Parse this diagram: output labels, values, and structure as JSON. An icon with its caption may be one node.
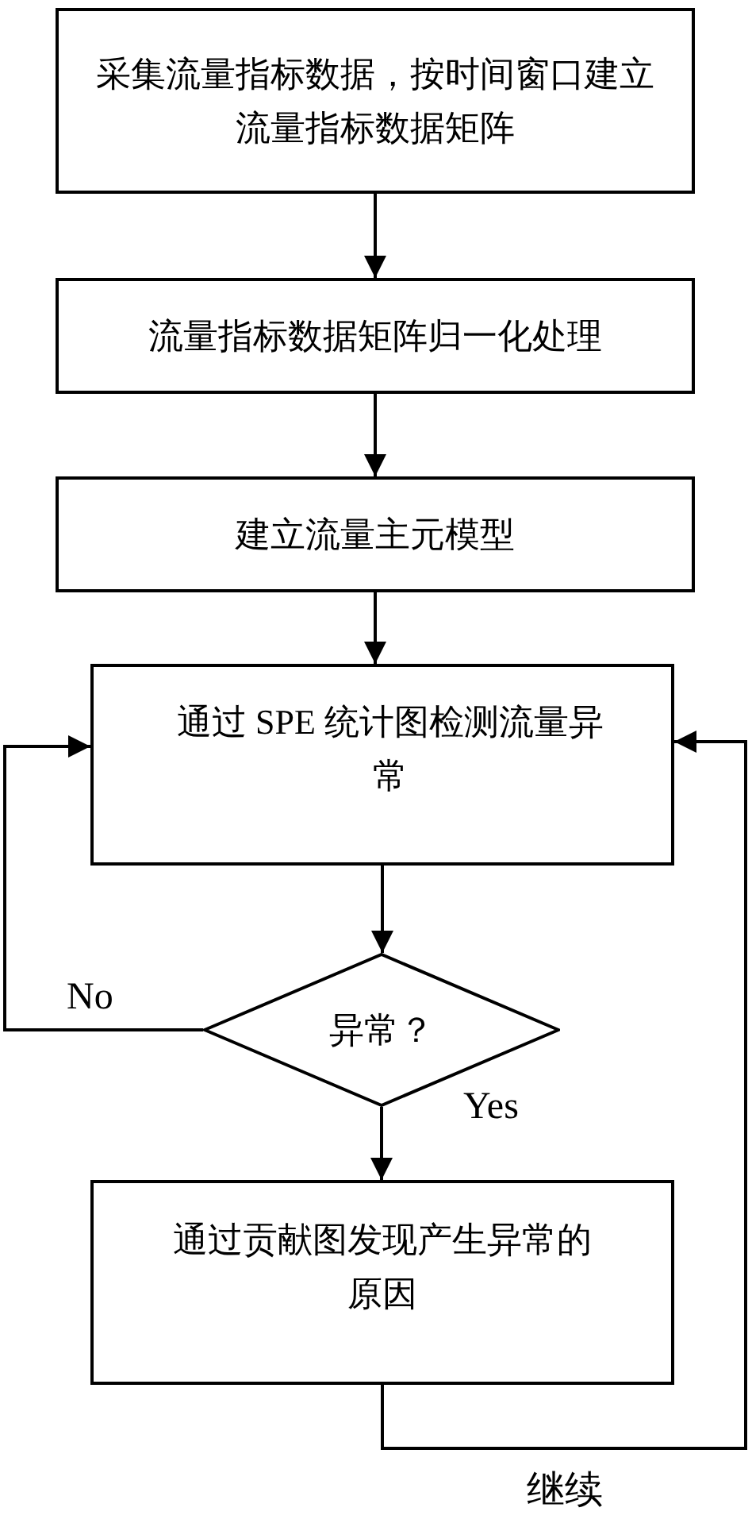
{
  "diagram": {
    "nodes": [
      {
        "text": [
          "采集流量指标数据，按时间窗口建立流量指标数据矩阵"
        ]
      },
      {
        "text": [
          "流量指标数据矩阵归一化处理"
        ]
      },
      {
        "text": [
          "建立流量主元模型"
        ]
      },
      {
        "text": [
          "通过 SPE 统计图检测流量异常"
        ]
      },
      {
        "text": [
          "异常？"
        ]
      },
      {
        "text": [
          "通过贡献图发现产生异常的原因"
        ]
      }
    ],
    "edges": [
      {
        "from": 0,
        "to": 1,
        "arrow": "to"
      },
      {
        "from": 1,
        "to": 2,
        "arrow": "to"
      },
      {
        "from": 2,
        "to": 3,
        "arrow": "to"
      },
      {
        "from": 3,
        "to": 4,
        "arrow": "to"
      },
      {
        "from": 4,
        "to": 3,
        "arrow": "to",
        "label": "No"
      },
      {
        "from": 4,
        "to": 5,
        "arrow": "to",
        "label": "Yes"
      },
      {
        "from": 5,
        "to": 3,
        "arrow": "to"
      }
    ],
    "labels": [
      "继续"
    ]
  }
}
